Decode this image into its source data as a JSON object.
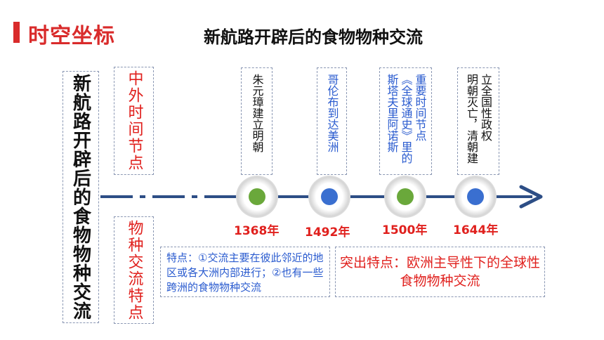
{
  "header": {
    "label": "时空坐标",
    "accent_color": "#d92b2b"
  },
  "title": "新航路开辟后的食物物种交流",
  "left_label": "新航路开辟后的食物物种交流",
  "row_labels": {
    "time_nodes": "中外时间节点",
    "features": "物种交流特点"
  },
  "events": [
    {
      "text": "朱元璋建立明朝",
      "year": "1368年",
      "dot_color": "#6aa83b",
      "text_color": "#111111"
    },
    {
      "text": "哥伦布到达美洲",
      "year": "1492年",
      "dot_color": "#3a6fd0",
      "text_color": "#2a5bcf"
    },
    {
      "text_col1": "斯塔夫里阿诺斯",
      "text_col2": "《全球通史》里的",
      "text_col3": "重要时间节点",
      "year": "1500年",
      "dot_color": "#6aa83b",
      "text_color": "#2a5bcf"
    },
    {
      "text_col1": "明朝灭亡，清朝建",
      "text_col2": "立全国性政权",
      "year": "1644年",
      "dot_color": "#3a6fd0",
      "text_color": "#111111"
    }
  ],
  "notes": {
    "features_text": "特点：①交流主要在彼此邻近的地区或各大洲内部进行；②也有一些跨洲的食物物种交流",
    "highlight_text": "突出特点：欧洲主导性下的全球性食物物种交流"
  },
  "timeline_color": "#2d4e86"
}
